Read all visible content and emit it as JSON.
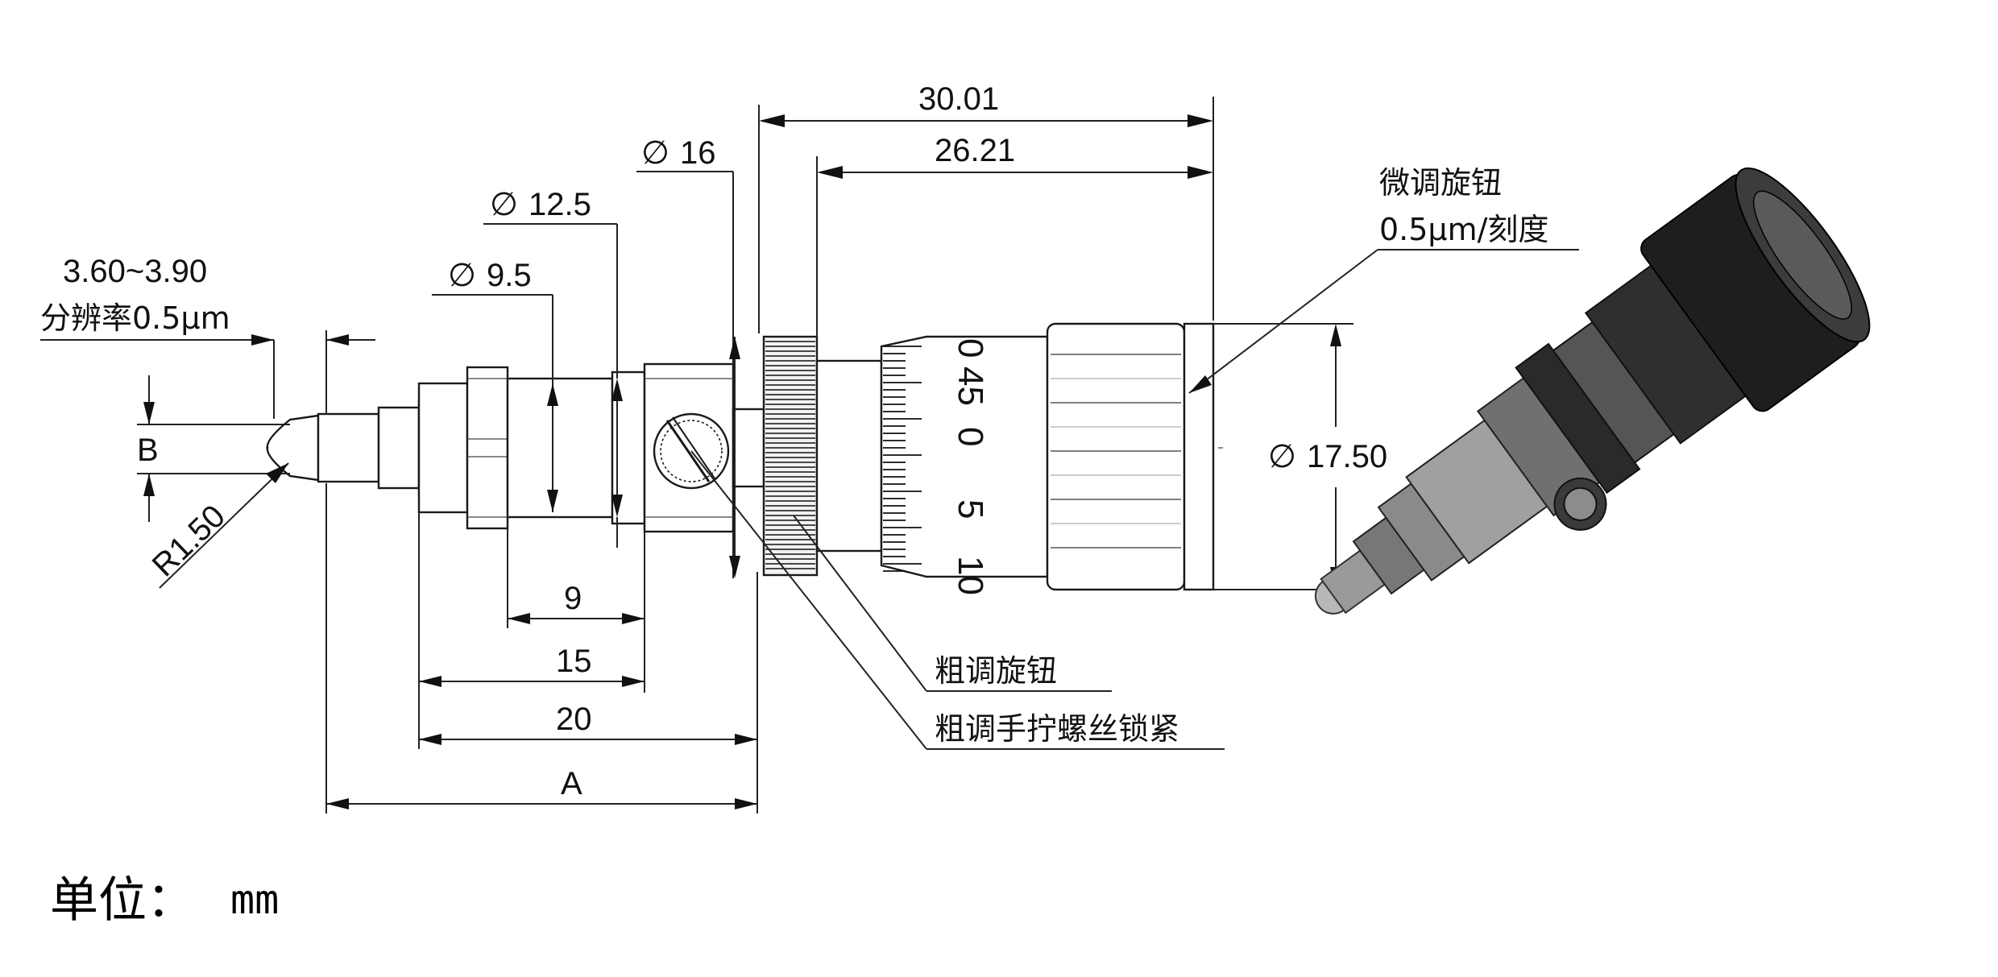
{
  "dimensions": {
    "overall_length": "30.01",
    "body_length": "26.21",
    "dia_16": "16",
    "dia_12_5": "12.5",
    "dia_9_5": "9.5",
    "travel_range": "3.60~3.90",
    "resolution_label": "分辨率0.5μm",
    "b_label": "B",
    "radius": "R1.50",
    "dia_17_50": "17.50",
    "len_9": "9",
    "len_15": "15",
    "len_20": "20",
    "a_label": "A",
    "diameter_symbol": "∅"
  },
  "callouts": {
    "fine_knob_title": "微调旋钮",
    "fine_knob_scale": "0.5μm/刻度",
    "coarse_knob": "粗调旋钮",
    "coarse_lock": "粗调手拧螺丝锁紧"
  },
  "thimble_scale": {
    "labels": [
      "0",
      "45",
      "0",
      "5",
      "10"
    ]
  },
  "units": {
    "label": "单位：",
    "value": "mm"
  }
}
